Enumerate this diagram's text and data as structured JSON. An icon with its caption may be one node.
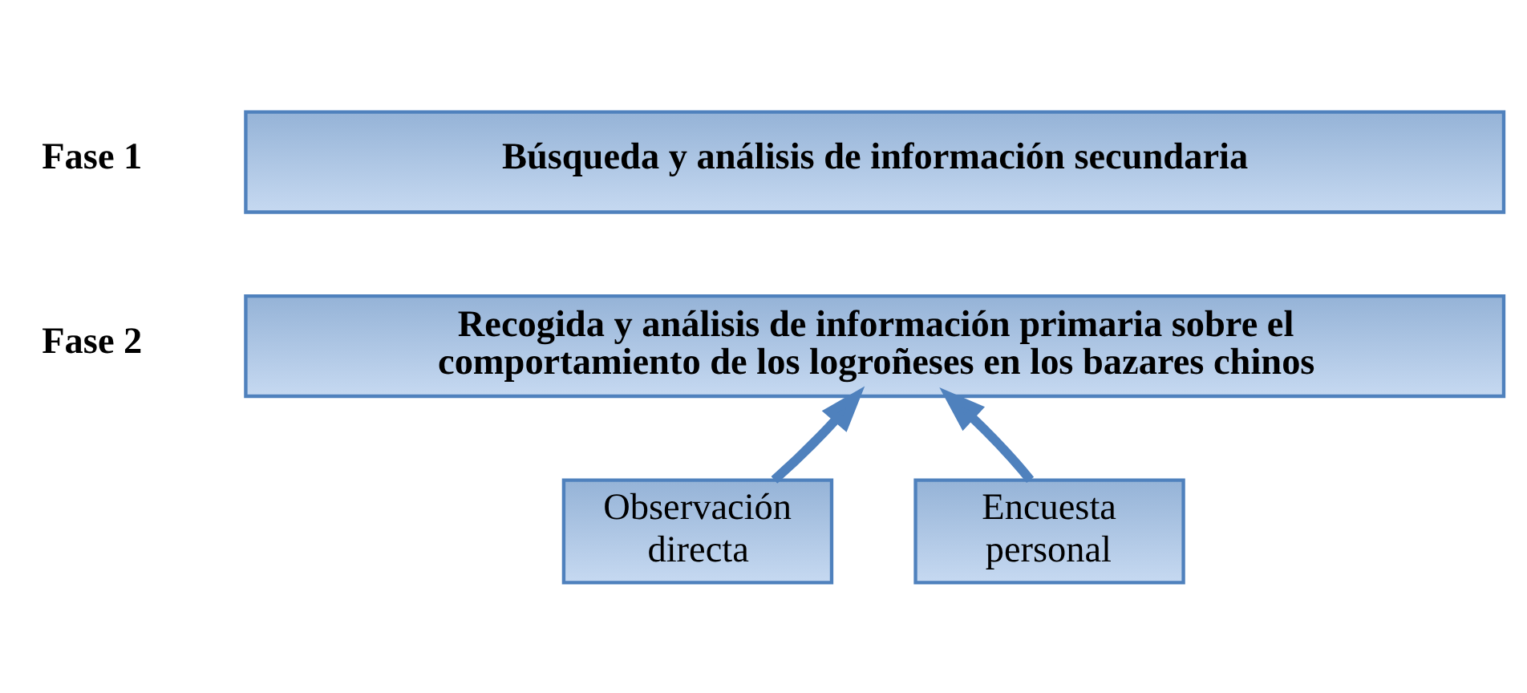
{
  "diagram": {
    "nodes": [
      {
        "text": [
          "Búsqueda y análisis de información secundaria"
        ]
      },
      {
        "text": [
          "Recogida y análisis de información primaria sobre el comportamiento de los logroñeses en los bazares chinos"
        ]
      },
      {
        "text": [
          "Observación directa"
        ]
      },
      {
        "text": [
          "Encuesta personal"
        ]
      }
    ],
    "edges": [
      {
        "from": 2,
        "to": 1,
        "arrow": "to"
      },
      {
        "from": 3,
        "to": 1,
        "arrow": "to"
      }
    ],
    "labels": [
      "Fase 1",
      "Fase 2"
    ]
  }
}
